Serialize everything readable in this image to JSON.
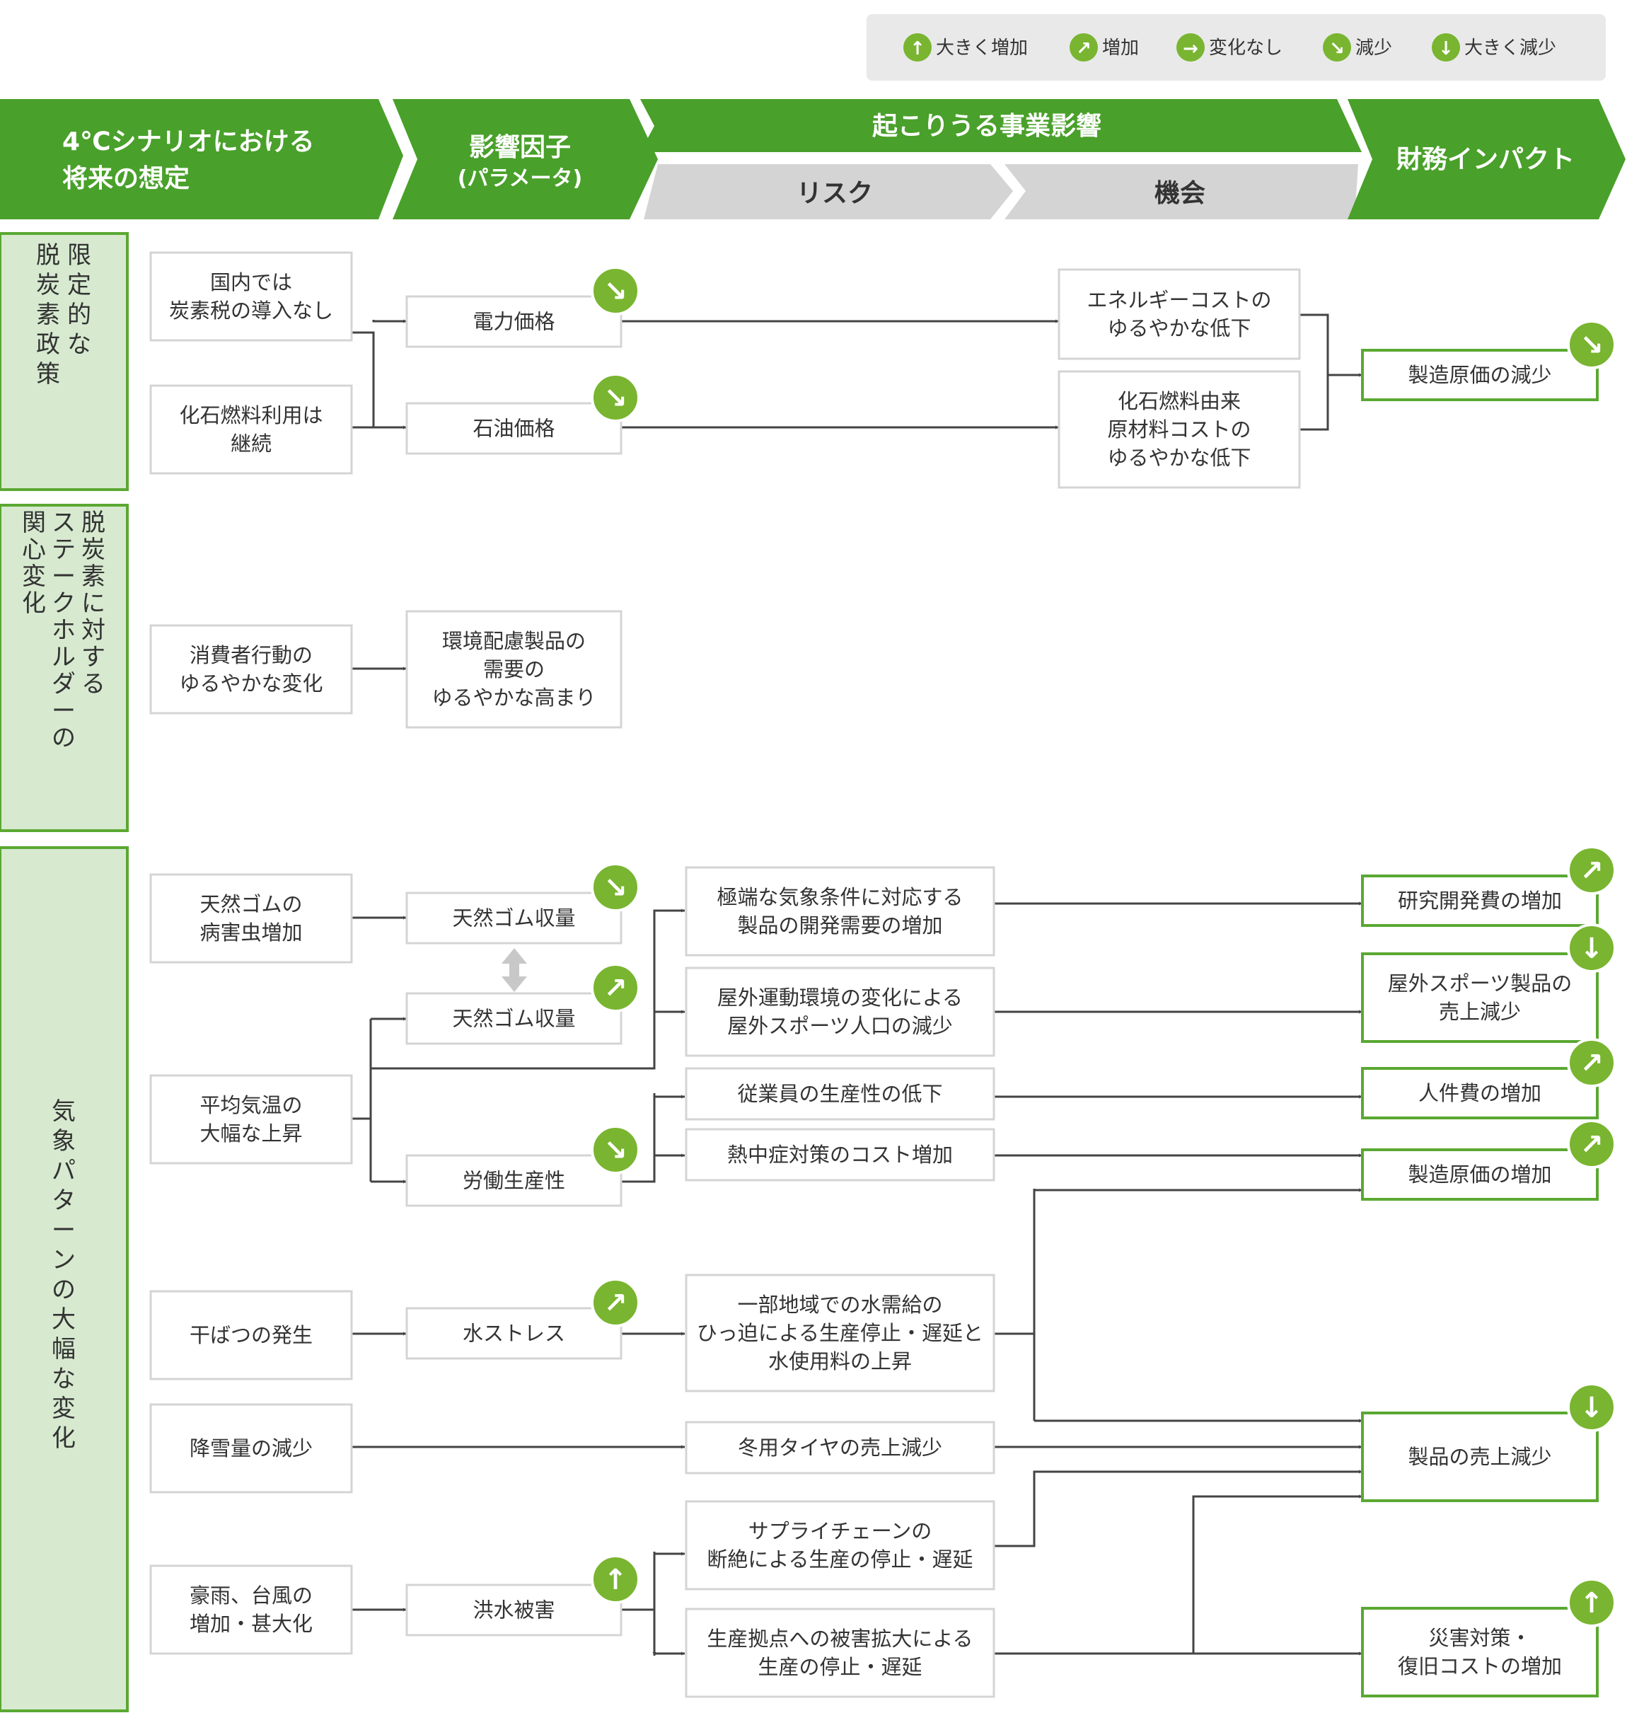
{
  "colors": {
    "header_green": "#49a02a",
    "icon_green": "#79b530",
    "category_fill": "#d7ead0",
    "sub_header_gray": "#d4d4d4",
    "legend_bg": "#e9e9e9",
    "line": "#444444"
  },
  "legend": [
    {
      "label": "大きく増加",
      "icon": "up-arrow-icon",
      "glyph": "↑"
    },
    {
      "label": "増加",
      "icon": "up-right-arrow-icon",
      "glyph": "↗"
    },
    {
      "label": "変化なし",
      "icon": "right-arrow-icon",
      "glyph": "→"
    },
    {
      "label": "減少",
      "icon": "down-right-arrow-icon",
      "glyph": "↘"
    },
    {
      "label": "大きく減少",
      "icon": "down-arrow-icon",
      "glyph": "↓"
    }
  ],
  "header": {
    "scenario": [
      "4℃シナリオにおける",
      "将来の想定"
    ],
    "factor": [
      "影響因子",
      "(パラメータ)"
    ],
    "impact": "起こりうる事業影響",
    "risk": "リスク",
    "opportunity": "機会",
    "finance": "財務インパクト"
  },
  "categories": [
    {
      "id": "policy",
      "columns": [
        "限定的な",
        "脱炭素政策"
      ]
    },
    {
      "id": "stakeholder",
      "columns": [
        "脱炭素に対する",
        "ステークホルダーの",
        "関心変化"
      ]
    },
    {
      "id": "climate",
      "columns": [
        "気象パターンの大幅な変化"
      ]
    }
  ],
  "nodes": {
    "assume_tax": [
      "国内では",
      "炭素税の導入なし"
    ],
    "assume_fossil": [
      "化石燃料利用は",
      "継続"
    ],
    "assume_consumer": [
      "消費者行動の",
      "ゆるやかな変化"
    ],
    "assume_rubber_pest": [
      "天然ゴムの",
      "病害虫増加"
    ],
    "assume_temp": [
      "平均気温の",
      "大幅な上昇"
    ],
    "assume_drought": [
      "干ばつの発生"
    ],
    "assume_snow": [
      "降雪量の減少"
    ],
    "assume_rain": [
      "豪雨、台風の",
      "増加・甚大化"
    ],
    "factor_power": [
      "電力価格"
    ],
    "factor_oil": [
      "石油価格"
    ],
    "factor_eco": [
      "環境配慮製品の",
      "需要の",
      "ゆるやかな高まり"
    ],
    "factor_rubber1": [
      "天然ゴム収量"
    ],
    "factor_rubber2": [
      "天然ゴム収量"
    ],
    "factor_labor": [
      "労働生産性"
    ],
    "factor_water": [
      "水ストレス"
    ],
    "factor_flood": [
      "洪水被害"
    ],
    "opp_energy": [
      "エネルギーコストの",
      "ゆるやかな低下"
    ],
    "opp_material": [
      "化石燃料由来",
      "原材料コストの",
      "ゆるやかな低下"
    ],
    "risk_extreme": [
      "極端な気象条件に対応する",
      "製品の開発需要の増加"
    ],
    "risk_outdoor": [
      "屋外運動環境の変化による",
      "屋外スポーツ人口の減少"
    ],
    "risk_employee": [
      "従業員の生産性の低下"
    ],
    "risk_heat": [
      "熱中症対策のコスト増加"
    ],
    "risk_water": [
      "一部地域での水需給の",
      "ひっ迫による生産停止・遅延と",
      "水使用料の上昇"
    ],
    "risk_tire": [
      "冬用タイヤの売上減少"
    ],
    "risk_supply": [
      "サプライチェーンの",
      "断絶による生産の停止・遅延"
    ],
    "risk_site": [
      "生産拠点への被害拡大による",
      "生産の停止・遅延"
    ],
    "fin_cost_down": [
      "製造原価の減少"
    ],
    "fin_rnd": [
      "研究開発費の増加"
    ],
    "fin_sports": [
      "屋外スポーツ製品の",
      "売上減少"
    ],
    "fin_labor": [
      "人件費の増加"
    ],
    "fin_cost_up": [
      "製造原価の増加"
    ],
    "fin_sales": [
      "製品の売上減少"
    ],
    "fin_disaster": [
      "災害対策・",
      "復旧コストの増加"
    ]
  },
  "trend_glyphs": {
    "up": "↑",
    "upright": "↗",
    "downright": "↘",
    "down": "↓"
  },
  "trends": {
    "factor_power": "downright",
    "factor_oil": "downright",
    "factor_rubber1": "downright",
    "factor_rubber2": "upright",
    "factor_labor": "downright",
    "factor_water": "upright",
    "factor_flood": "up",
    "fin_cost_down": "downright",
    "fin_rnd": "upright",
    "fin_sports": "down",
    "fin_labor": "upright",
    "fin_cost_up": "upright",
    "fin_sales": "down",
    "fin_disaster": "up"
  }
}
